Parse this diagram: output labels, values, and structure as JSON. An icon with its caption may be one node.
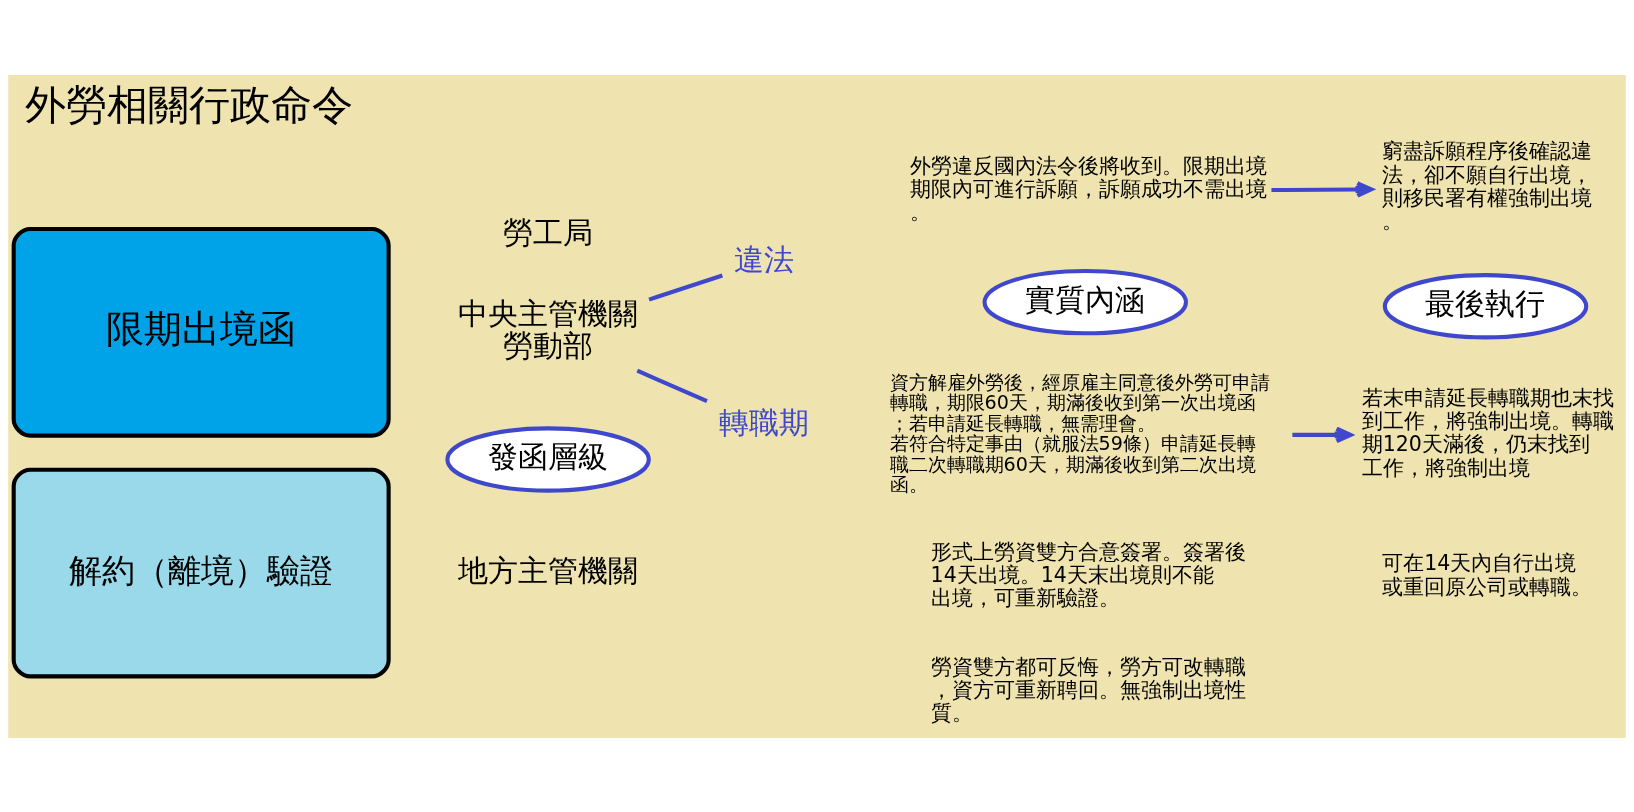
{
  "diagram": {
    "title": "外勞相關行政命令",
    "nodes": [
      {
        "text": [
          "發函層級"
        ]
      },
      {
        "text": [
          "實質內涵"
        ]
      },
      {
        "text": [
          "最後執行"
        ]
      },
      {
        "text": [
          "解約（離境）驗證"
        ]
      },
      {
        "text": [
          "限期出境函"
        ]
      },
      {
        "text": [
          "中央主管機關",
          "勞動部"
        ]
      },
      {
        "text": [
          "轉職期"
        ]
      },
      {
        "text": [
          "違法"
        ]
      },
      {
        "text": [
          "資方解雇外勞後，經原雇主同意後外勞可申請轉職，期限60天，期滿後收到第一次出境函；若申請延長轉職，無需理會。",
          "若符合特定事由（就服法59條）申請延長轉職二次轉職期60天，期滿後收到第二次出境函。"
        ]
      },
      {
        "text": [
          "若末申請延長轉職期也末找到工作，將強制出境。轉職期120天滿後，仍末找到工作，將強制出境"
        ]
      },
      {
        "text": [
          "外勞違反國內法令後將收到。限期出境期限內可進行訴願，訴願成功不需出境。"
        ]
      },
      {
        "text": [
          "窮盡訴願程序後確認違法，卻不願自行出境，則移民署有權強制出境。"
        ]
      }
    ],
    "edges": [
      {
        "from": 5,
        "to": 6,
        "arrow": "none"
      },
      {
        "from": 5,
        "to": 7,
        "arrow": "none"
      },
      {
        "from": 8,
        "to": 9,
        "arrow": "to"
      },
      {
        "from": 10,
        "to": 11,
        "arrow": "to"
      }
    ],
    "labels": [
      "地方主管機關",
      "勞工局",
      "形式上勞資雙方合意簽署。簽署後14天出境。14天末出境則不能出境，可重新驗證。",
      "勞資雙方都可反悔，勞方可改轉職，資方可重新聘回。無強制出境性質。",
      "可在14天內自行出境或重回原公司或轉職。"
    ]
  }
}
